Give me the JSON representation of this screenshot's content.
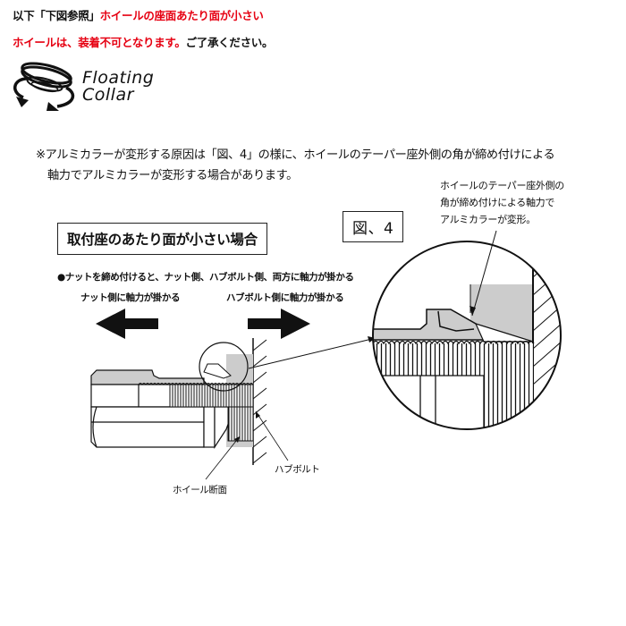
{
  "header": {
    "line1_prefix": "以下「下図参照」",
    "line1_red": "ホイールの座面あたり面が小さい",
    "line2_red": "ホイールは、装着不可となります。",
    "line2_suffix": "ご了承ください。"
  },
  "logo": {
    "icon": "floating-collar-rotation-icon",
    "line1": "Floating",
    "line2": "Collar"
  },
  "cause": {
    "line1": "※アルミカラーが変形する原因は「図、4」の様に、ホイールのテーパー座外側の角が締め付けによる",
    "line2": "軸力でアルミカラーが変形する場合があります。"
  },
  "diagram": {
    "title": "取付座のあたり面が小さい場合",
    "figure_label": "図、4",
    "bullet": "●ナットを締め付けると、ナット側、ハブボルト側、両方に軸力が掛かる",
    "left_force": "ナット側に軸力が掛かる",
    "right_force": "ハブボルト側に軸力が掛かる",
    "label_hub_bolt": "ハブボルト",
    "label_wheel_section": "ホイール断面",
    "callout": [
      "ホイールのテーパー座外側の",
      "角が締め付けによる軸力で",
      "アルミカラーが変形。"
    ],
    "colors": {
      "accent_red": "#e60012",
      "gray_fill": "#cccccc",
      "line": "#111111"
    }
  }
}
